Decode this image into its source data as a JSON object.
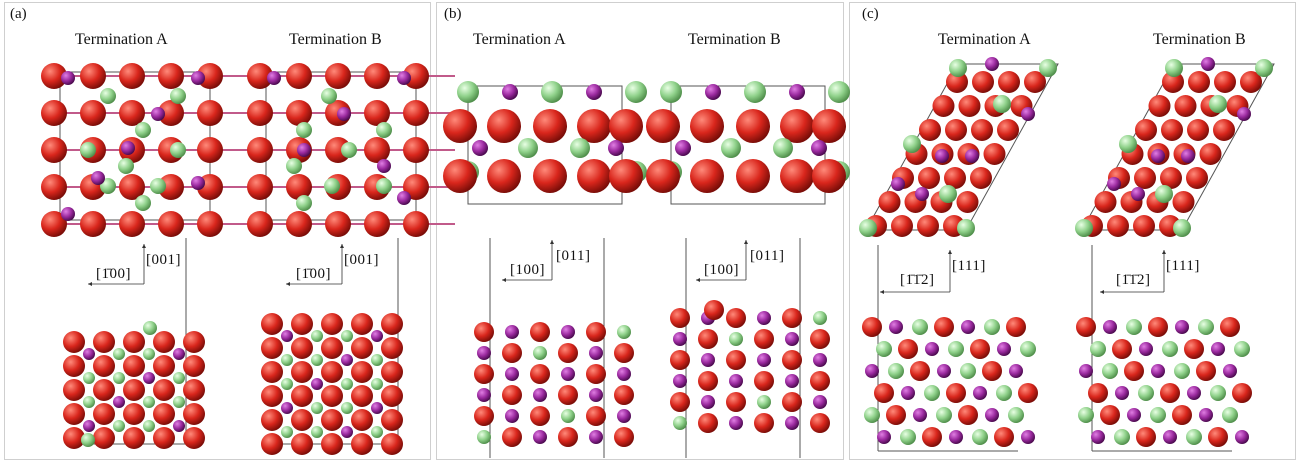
{
  "colors": {
    "oxygen": "#d9261c",
    "metal_purple": "#9b2a9f",
    "metal_green": "#8fd18a",
    "cell_line": "#555555",
    "bond": "#c15a8a"
  },
  "panels": [
    {
      "label": "(a)",
      "terminations": [
        {
          "title": "Termination A",
          "dir_a": "[1̄00]",
          "dir_b": "[001]"
        },
        {
          "title": "Termination B",
          "dir_a": "[1̄00]",
          "dir_b": "[001]"
        }
      ]
    },
    {
      "label": "(b)",
      "terminations": [
        {
          "title": "Termination A",
          "dir_a": "[100]",
          "dir_b": "[011]"
        },
        {
          "title": "Termination B",
          "dir_a": "[100]",
          "dir_b": "[011]"
        }
      ]
    },
    {
      "label": "(c)",
      "terminations": [
        {
          "title": "Termination A",
          "dir_a": "[1̄1̄2]",
          "dir_b": "[111]"
        },
        {
          "title": "Termination B",
          "dir_a": "[1̄1̄2]",
          "dir_b": "[111]"
        }
      ]
    }
  ]
}
